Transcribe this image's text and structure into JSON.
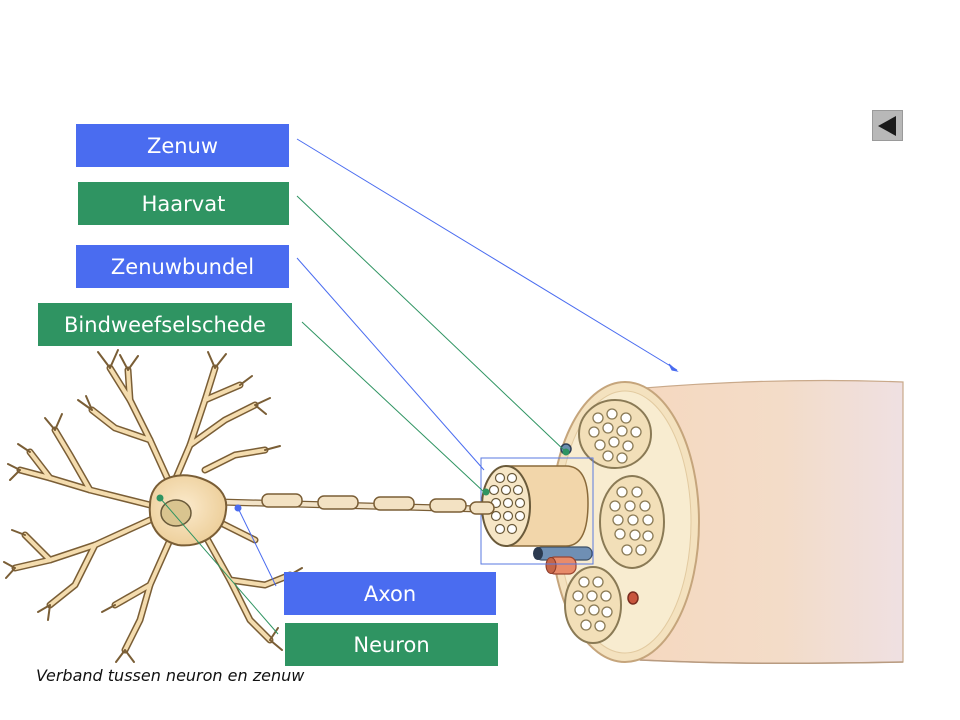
{
  "labels": {
    "zenuw": "Zenuw",
    "haarvat": "Haarvat",
    "zenuwbundel": "Zenuwbundel",
    "bindweefselschede": "Bindweefselschede",
    "axon": "Axon",
    "neuron": "Neuron"
  },
  "caption": "Verband tussen neuron en zenuw",
  "colors": {
    "blue_label": "#4a6cf0",
    "green_label": "#2f9462",
    "nerve_skin": "#f7dcc4",
    "sheath": "#f6e8c8",
    "neuron_body": "#f6deb2",
    "neuron_outline": "#8a6a3a"
  },
  "back_button": {
    "icon": "triangle-left-icon"
  }
}
